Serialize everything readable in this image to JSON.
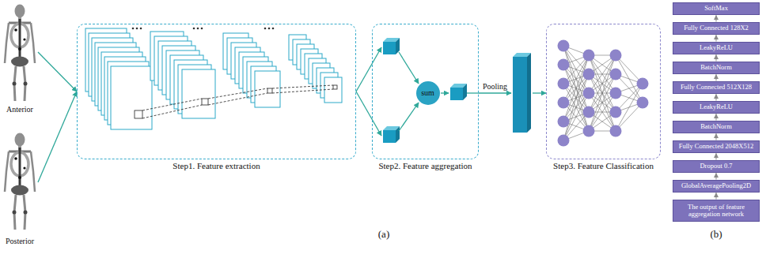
{
  "diagram": {
    "nodes": [
      {
        "text": [
          "Anterior"
        ]
      },
      {
        "text": [
          "Posterior"
        ]
      },
      {
        "text": [
          "Step1. Feature extraction"
        ]
      },
      {
        "text": [
          "Step2. Feature aggregation"
        ]
      },
      {
        "text": [
          "sum"
        ],
        "in": 3
      },
      {
        "text": [
          "Step3. Feature Classification"
        ]
      },
      {
        "text": [
          "SoftMax"
        ]
      },
      {
        "text": [
          "Fully Connected 128X2"
        ]
      },
      {
        "text": [
          "LeakyReLU"
        ]
      },
      {
        "text": [
          "BatchNorm"
        ]
      },
      {
        "text": [
          "Fully Connected 512X128"
        ]
      },
      {
        "text": [
          "LeakyReLU"
        ]
      },
      {
        "text": [
          "BatchNorm"
        ]
      },
      {
        "text": [
          "Fully Connected 2048X512"
        ]
      },
      {
        "text": [
          "Dropout 0.7"
        ]
      },
      {
        "text": [
          "GlobalAveragePooling2D"
        ]
      },
      {
        "text": [
          "The output of feature aggregation network"
        ]
      }
    ],
    "edges": [
      {
        "from": 0,
        "to": 2,
        "arrow": "to"
      },
      {
        "from": 1,
        "to": 2,
        "arrow": "to"
      },
      {
        "from": 2,
        "to": 3,
        "arrow": "to"
      },
      {
        "from": 3,
        "to": 5,
        "label": "Pooling",
        "arrow": "to"
      },
      {
        "from": 16,
        "to": 15,
        "arrow": "to"
      },
      {
        "from": 15,
        "to": 14,
        "arrow": "to"
      },
      {
        "from": 14,
        "to": 13,
        "arrow": "to"
      },
      {
        "from": 13,
        "to": 12,
        "arrow": "to"
      },
      {
        "from": 12,
        "to": 11,
        "arrow": "to"
      },
      {
        "from": 11,
        "to": 10,
        "arrow": "to"
      },
      {
        "from": 10,
        "to": 9,
        "arrow": "to"
      },
      {
        "from": 9,
        "to": 8,
        "arrow": "to"
      },
      {
        "from": 8,
        "to": 7,
        "arrow": "to"
      },
      {
        "from": 7,
        "to": 6,
        "arrow": "to"
      }
    ],
    "labels": [
      "(a)",
      "(b)"
    ]
  }
}
